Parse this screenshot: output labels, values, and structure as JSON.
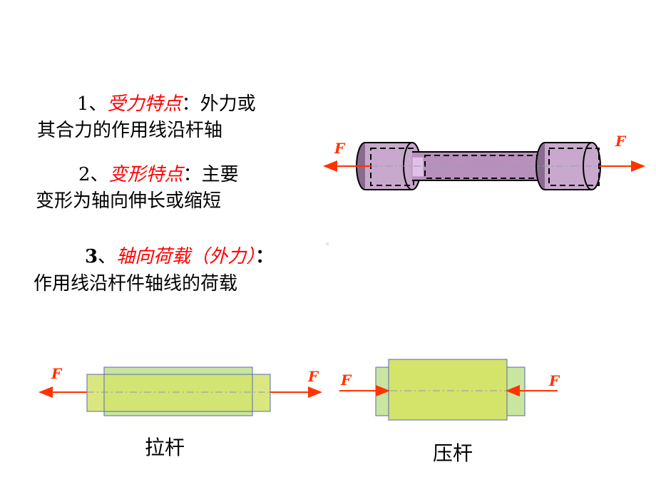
{
  "points": [
    {
      "number": "1",
      "sep": "、",
      "term": "受力特点",
      "colon": "：",
      "rest": "外力或",
      "line2": "其合力的作用线沿杆轴"
    },
    {
      "number": "2",
      "sep": "、",
      "term": "变形特点",
      "colon": "：",
      "rest": "主要",
      "line2": "变形为轴向伸长或缩短"
    },
    {
      "number": "3",
      "sep": "、",
      "term": "轴向荷载（外力）",
      "colon": "：",
      "rest": "",
      "line2": "作用线沿杆件轴线的荷载"
    }
  ],
  "figures": {
    "force_label": "F",
    "tension_caption": "拉杆",
    "compression_caption": "压杆"
  },
  "colors": {
    "accent": "#ff0000",
    "arrow": "#ff3300",
    "outer_bar": "#c8e6a0",
    "inner_bar": "#d4e36a",
    "specimen": "#c8a8cc"
  }
}
